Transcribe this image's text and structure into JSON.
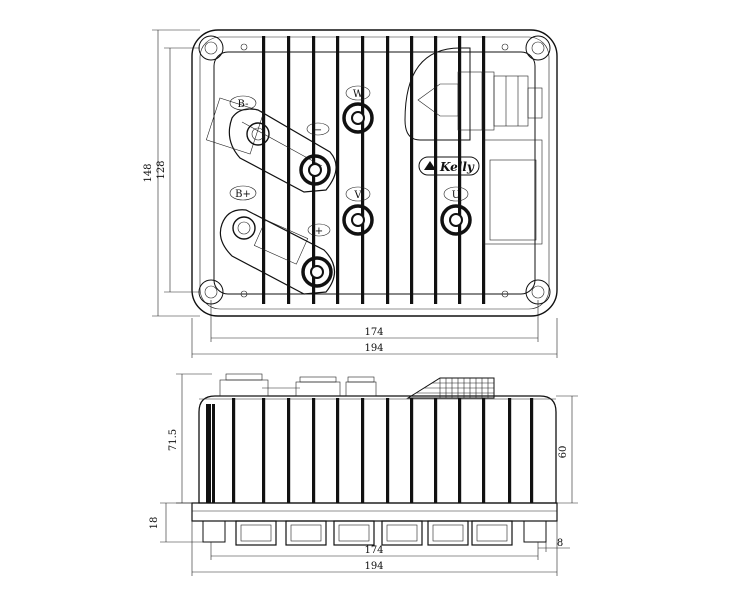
{
  "top_view": {
    "height_outer": "148",
    "height_inner": "128",
    "width_inner": "174",
    "width_outer": "194",
    "brand": "Kelly",
    "terminals": {
      "b_minus": "B-",
      "b_plus": "B+",
      "w": "W",
      "v": "V",
      "u": "U",
      "minus": "−",
      "plus": "+"
    }
  },
  "side_view": {
    "height_total": "71.5",
    "height_body": "60",
    "height_base": "18",
    "width_inner": "174",
    "width_outer": "194",
    "offset": "8"
  }
}
